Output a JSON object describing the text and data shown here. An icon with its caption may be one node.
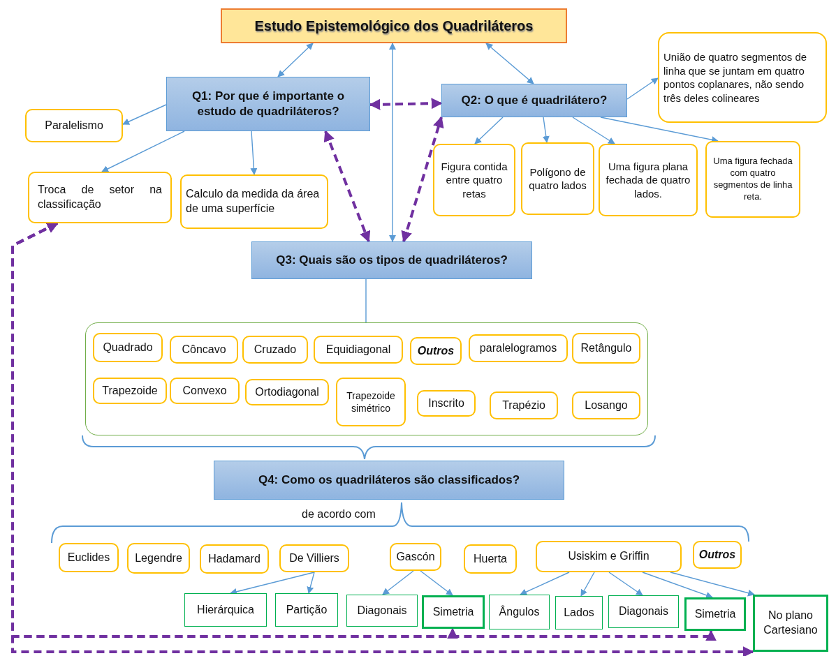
{
  "diagram": {
    "nodes": [
      {
        "text": [
          "Estudo Epistemológico dos Quadriláteros"
        ]
      },
      {
        "text": [
          "Q1: Por que é importante o estudo de quadriláteros?"
        ]
      },
      {
        "text": [
          "Q2: O que é quadrilátero?"
        ]
      },
      {
        "text": [
          "União de quatro segmentos de linha que se juntam em quatro pontos coplanares, não sendo três deles colineares"
        ]
      },
      {
        "text": [
          "Paralelismo"
        ]
      },
      {
        "text": [
          "Troca de setor na classificação"
        ]
      },
      {
        "text": [
          "Calculo da medida da área de uma superfície"
        ]
      },
      {
        "text": [
          "Figura contida entre quatro retas"
        ]
      },
      {
        "text": [
          "Polígono de quatro lados"
        ]
      },
      {
        "text": [
          "Uma figura plana fechada de quatro lados."
        ]
      },
      {
        "text": [
          "Uma figura fechada com quatro segmentos de linha reta."
        ]
      },
      {
        "text": [
          "Q3: Quais são os tipos de quadriláteros?"
        ]
      },
      {
        "text": [],
        "shape": "box"
      },
      {
        "text": [
          "Quadrado"
        ],
        "in": 12
      },
      {
        "text": [
          "Côncavo"
        ],
        "in": 12
      },
      {
        "text": [
          "Cruzado"
        ],
        "in": 12
      },
      {
        "text": [
          "Equidiagonal"
        ],
        "in": 12
      },
      {
        "text": [
          "Outros"
        ],
        "in": 12
      },
      {
        "text": [
          "paralelogramos"
        ],
        "in": 12
      },
      {
        "text": [
          "Retângulo"
        ],
        "in": 12
      },
      {
        "text": [
          "Trapezoide"
        ],
        "in": 12
      },
      {
        "text": [
          "Convexo"
        ],
        "in": 12
      },
      {
        "text": [
          "Ortodiagonal"
        ],
        "in": 12
      },
      {
        "text": [
          "Trapezoide simétrico"
        ],
        "in": 12
      },
      {
        "text": [
          "Inscrito"
        ],
        "in": 12
      },
      {
        "text": [
          "Trapézio"
        ],
        "in": 12
      },
      {
        "text": [
          "Losango"
        ],
        "in": 12
      },
      {
        "text": [
          "Q4: Como os quadriláteros são classificados?"
        ]
      },
      {
        "text": [
          "Euclides"
        ]
      },
      {
        "text": [
          "Legendre"
        ]
      },
      {
        "text": [
          "Hadamard"
        ]
      },
      {
        "text": [
          "De Villiers"
        ]
      },
      {
        "text": [
          "Gascón"
        ]
      },
      {
        "text": [
          "Huerta"
        ]
      },
      {
        "text": [
          "Usiskim e Griffin"
        ]
      },
      {
        "text": [
          "Outros"
        ]
      },
      {
        "text": [
          "Hierárquica"
        ]
      },
      {
        "text": [
          "Partição"
        ]
      },
      {
        "text": [
          "Diagonais"
        ]
      },
      {
        "text": [
          "Simetria"
        ]
      },
      {
        "text": [
          "Ângulos"
        ]
      },
      {
        "text": [
          "Lados"
        ]
      },
      {
        "text": [
          "Diagonais"
        ]
      },
      {
        "text": [
          "Simetria"
        ]
      },
      {
        "text": [
          "No plano Cartesiano"
        ]
      }
    ],
    "edges": [
      {
        "from": 0,
        "to": 1,
        "arrow": "both"
      },
      {
        "from": 0,
        "to": 2,
        "arrow": "both"
      },
      {
        "from": 11,
        "to": 0,
        "arrow": "both"
      },
      {
        "from": 1,
        "to": 2,
        "arrow": "both",
        "style": "dashed",
        "color": "#7030a0"
      },
      {
        "from": 1,
        "to": 11,
        "arrow": "both",
        "style": "dashed",
        "color": "#7030a0"
      },
      {
        "from": 11,
        "to": 2,
        "arrow": "both",
        "style": "dashed",
        "color": "#7030a0"
      },
      {
        "from": 1,
        "to": 4,
        "arrow": "to"
      },
      {
        "from": 1,
        "to": 5,
        "arrow": "to"
      },
      {
        "from": 1,
        "to": 6,
        "arrow": "to"
      },
      {
        "from": 2,
        "to": 3,
        "arrow": "to"
      },
      {
        "from": 2,
        "to": 7,
        "arrow": "to"
      },
      {
        "from": 2,
        "to": 8,
        "arrow": "to"
      },
      {
        "from": 2,
        "to": 9,
        "arrow": "to"
      },
      {
        "from": 2,
        "to": 10,
        "arrow": "to"
      },
      {
        "from": 11,
        "to": 12,
        "arrow": "none"
      },
      {
        "from": 31,
        "to": 36,
        "arrow": "to"
      },
      {
        "from": 31,
        "to": 37,
        "arrow": "to"
      },
      {
        "from": 32,
        "to": 38,
        "arrow": "to"
      },
      {
        "from": 32,
        "to": 39,
        "arrow": "to"
      },
      {
        "from": 34,
        "to": 40,
        "arrow": "to"
      },
      {
        "from": 34,
        "to": 41,
        "arrow": "to"
      },
      {
        "from": 34,
        "to": 42,
        "arrow": "to"
      },
      {
        "from": 34,
        "to": 43,
        "arrow": "to"
      },
      {
        "from": 34,
        "to": 44,
        "arrow": "to"
      },
      {
        "from": 5,
        "to": 39,
        "arrow": "both",
        "style": "dashed",
        "color": "#7030a0"
      },
      {
        "from": 5,
        "to": 43,
        "arrow": "both",
        "style": "dashed",
        "color": "#7030a0"
      },
      {
        "from": 5,
        "to": 44,
        "arrow": "both",
        "style": "dashed",
        "color": "#7030a0"
      }
    ],
    "labels": [
      "de acordo com"
    ]
  }
}
